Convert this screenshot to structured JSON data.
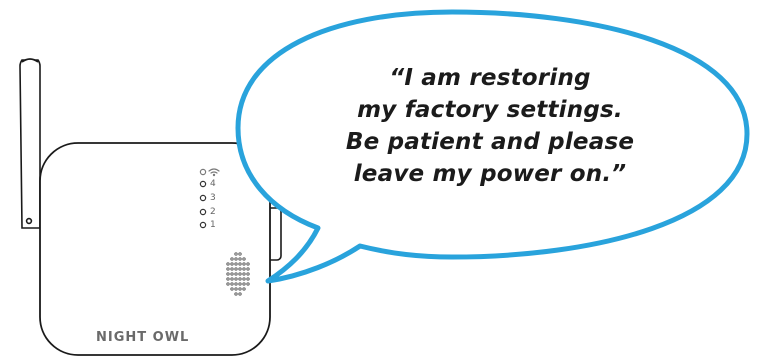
{
  "speech_bubble": {
    "lines": [
      "“I am restoring",
      "my factory settings.",
      "Be patient and please",
      "leave my power on.”"
    ],
    "border_color": "#29a3dc"
  },
  "device": {
    "brand": "NIGHT OWL",
    "status_leds": [
      {
        "icon": "wifi-icon",
        "label": ""
      },
      {
        "icon": "led-dot",
        "label": "4"
      },
      {
        "icon": "led-dot",
        "label": "3"
      },
      {
        "icon": "led-dot",
        "label": "2"
      },
      {
        "icon": "led-dot",
        "label": "1"
      }
    ]
  }
}
